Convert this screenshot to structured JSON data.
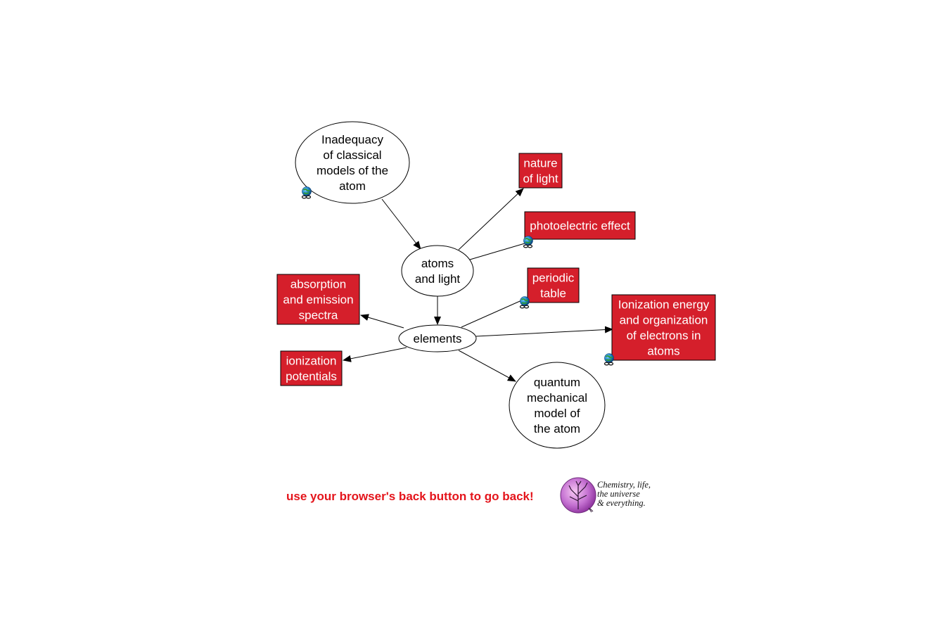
{
  "colors": {
    "box_fill": "#d51f2b",
    "box_text": "#ffffff",
    "message": "#e4141b"
  },
  "nodes": {
    "inadequacy": {
      "lines": [
        "Inadequacy",
        "of classical",
        "models of the",
        "atom"
      ],
      "shape": "oval",
      "has_link_icon": true
    },
    "atoms_light": {
      "lines": [
        "atoms",
        "and light"
      ],
      "shape": "oval",
      "has_link_icon": false
    },
    "elements": {
      "lines": [
        "elements"
      ],
      "shape": "oval",
      "has_link_icon": false
    },
    "quantum": {
      "lines": [
        "quantum",
        "mechanical",
        "model of",
        "the atom"
      ],
      "shape": "oval",
      "has_link_icon": false
    },
    "nature_light": {
      "lines": [
        "nature",
        "of light"
      ],
      "shape": "box",
      "has_link_icon": false
    },
    "photoelectric": {
      "lines": [
        "photoelectric effect"
      ],
      "shape": "box",
      "has_link_icon": true
    },
    "periodic": {
      "lines": [
        "periodic",
        "table"
      ],
      "shape": "box",
      "has_link_icon": true
    },
    "ionization_energy": {
      "lines": [
        "Ionization energy",
        "and organization",
        "of electrons in",
        "atoms"
      ],
      "shape": "box",
      "has_link_icon": true
    },
    "absorption": {
      "lines": [
        "absorption",
        "and emission",
        "spectra"
      ],
      "shape": "box",
      "has_link_icon": false
    },
    "ionization_pot": {
      "lines": [
        "ionization",
        "potentials"
      ],
      "shape": "box",
      "has_link_icon": false
    }
  },
  "edges": [
    {
      "from": "inadequacy",
      "to": "atoms_light",
      "arrow": true
    },
    {
      "from": "atoms_light",
      "to": "nature_light",
      "arrow": true
    },
    {
      "from": "atoms_light",
      "to": "photoelectric",
      "arrow": false
    },
    {
      "from": "atoms_light",
      "to": "elements",
      "arrow": true
    },
    {
      "from": "elements",
      "to": "absorption",
      "arrow": true
    },
    {
      "from": "elements",
      "to": "periodic",
      "arrow": false
    },
    {
      "from": "elements",
      "to": "ionization_energy",
      "arrow": true
    },
    {
      "from": "elements",
      "to": "ionization_pot",
      "arrow": true
    },
    {
      "from": "elements",
      "to": "quantum",
      "arrow": true
    }
  ],
  "footer": {
    "message": "use your browser's back button to go back!",
    "logo_lines": [
      "Chemistry, life,",
      "the universe",
      "& everything."
    ],
    "logo_icon": "tree-of-life-globe-icon"
  }
}
